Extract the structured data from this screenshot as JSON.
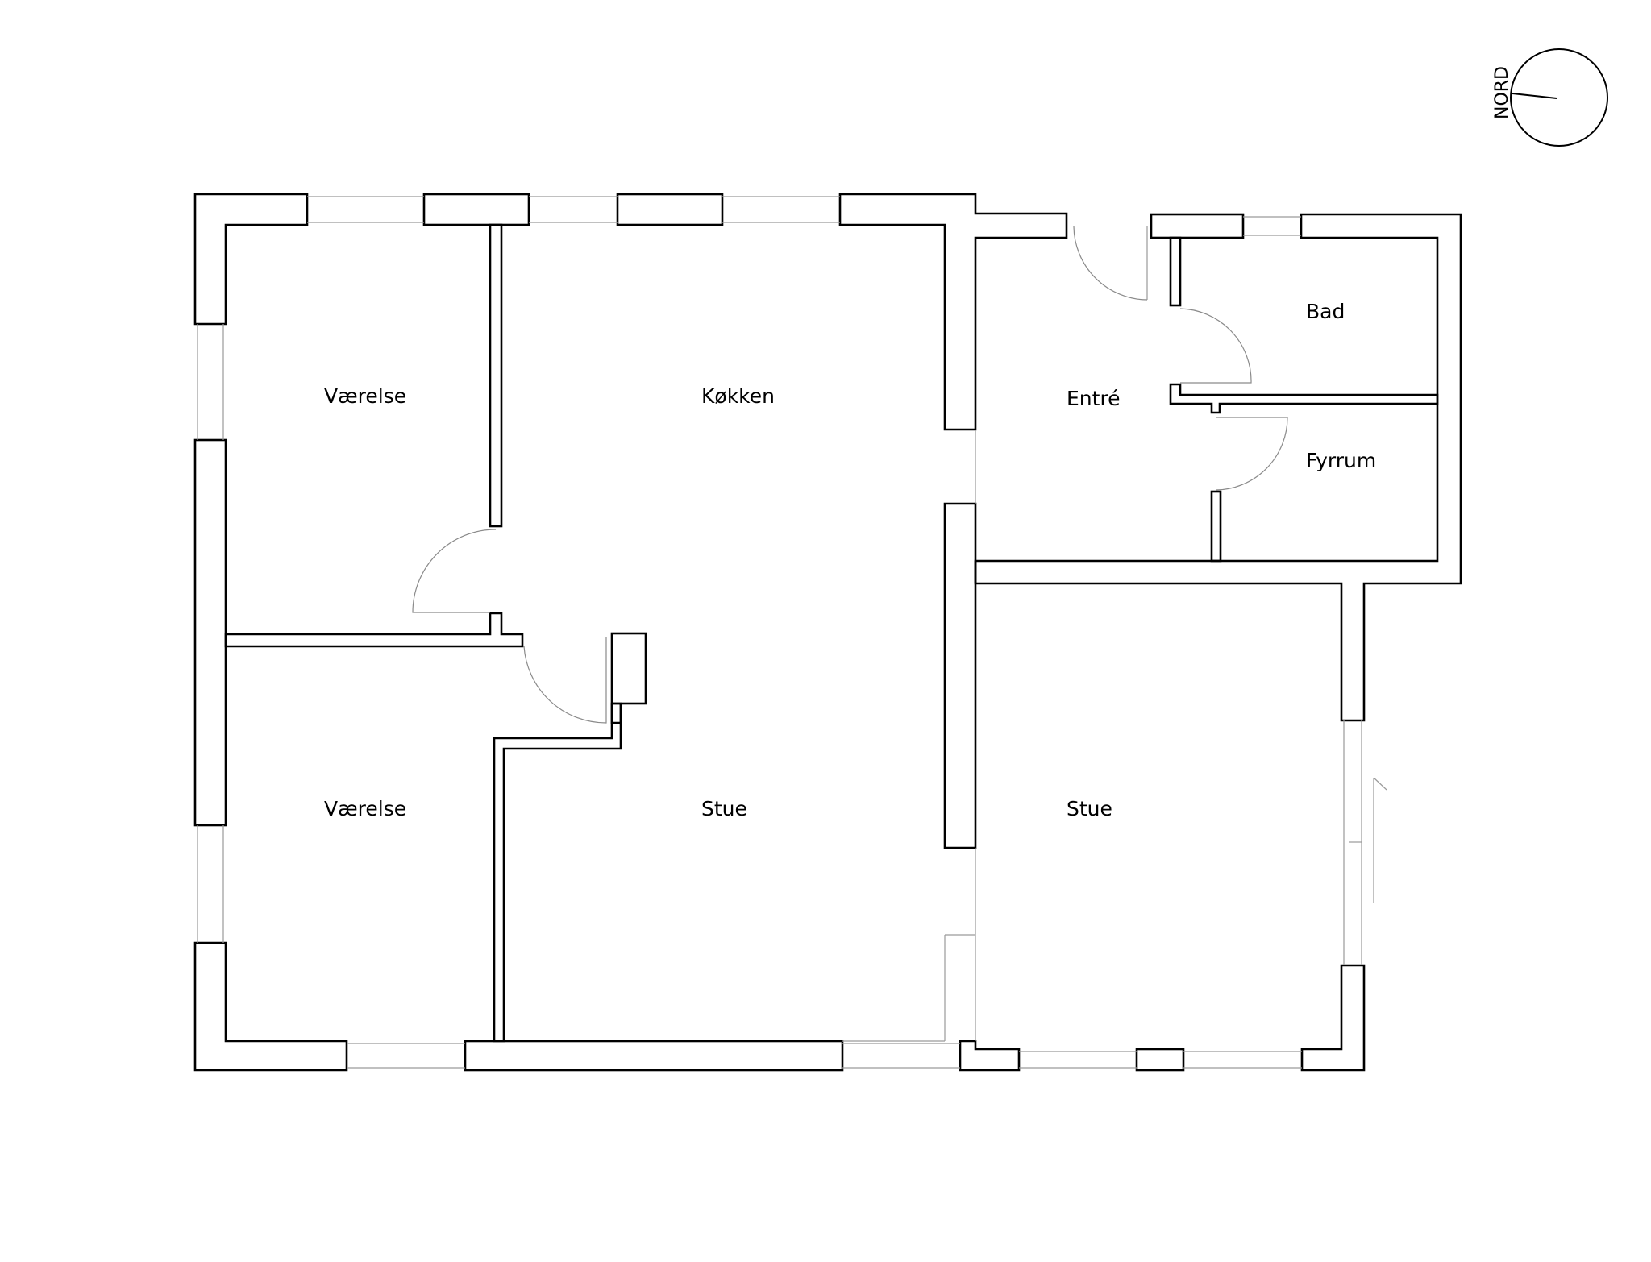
{
  "rooms": {
    "vaerelse_top": "Værelse",
    "kokken": "Køkken",
    "entre": "Entré",
    "bad": "Bad",
    "fyrrum": "Fyrrum",
    "vaerelse_bottom": "Værelse",
    "stue_center": "Stue",
    "stue_right": "Stue"
  },
  "compass": {
    "label": "NORD"
  }
}
